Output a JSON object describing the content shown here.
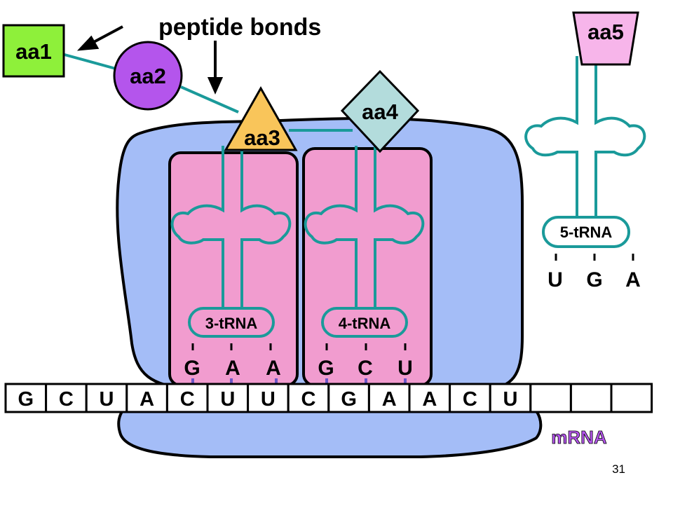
{
  "title_label": "peptide bonds",
  "amino_acids": [
    "aa1",
    "aa2",
    "aa3",
    "aa4",
    "aa5"
  ],
  "trnas": [
    {
      "label": "3-tRNA",
      "anticodon": [
        "G",
        "A",
        "A"
      ]
    },
    {
      "label": "4-tRNA",
      "anticodon": [
        "G",
        "C",
        "U"
      ]
    },
    {
      "label": "5-tRNA",
      "anticodon": [
        "U",
        "G",
        "A"
      ]
    }
  ],
  "mrna": {
    "label": "mRNA",
    "bases": [
      "G",
      "C",
      "U",
      "A",
      "C",
      "U",
      "U",
      "C",
      "G",
      "A",
      "A",
      "C",
      "U",
      "",
      "",
      ""
    ]
  },
  "page_number": "31",
  "colors": {
    "ribosome": "#a4bdf7",
    "site": "#f19ccf",
    "trna_line": "#1a9a9a",
    "aa1": "#8ef03a",
    "aa2": "#b455ec",
    "aa3": "#f9c55a",
    "aa4": "#b3dcdc",
    "aa5": "#f7b5ea",
    "mrna_label": "#b455ec",
    "pairing": "#6a56c8"
  }
}
